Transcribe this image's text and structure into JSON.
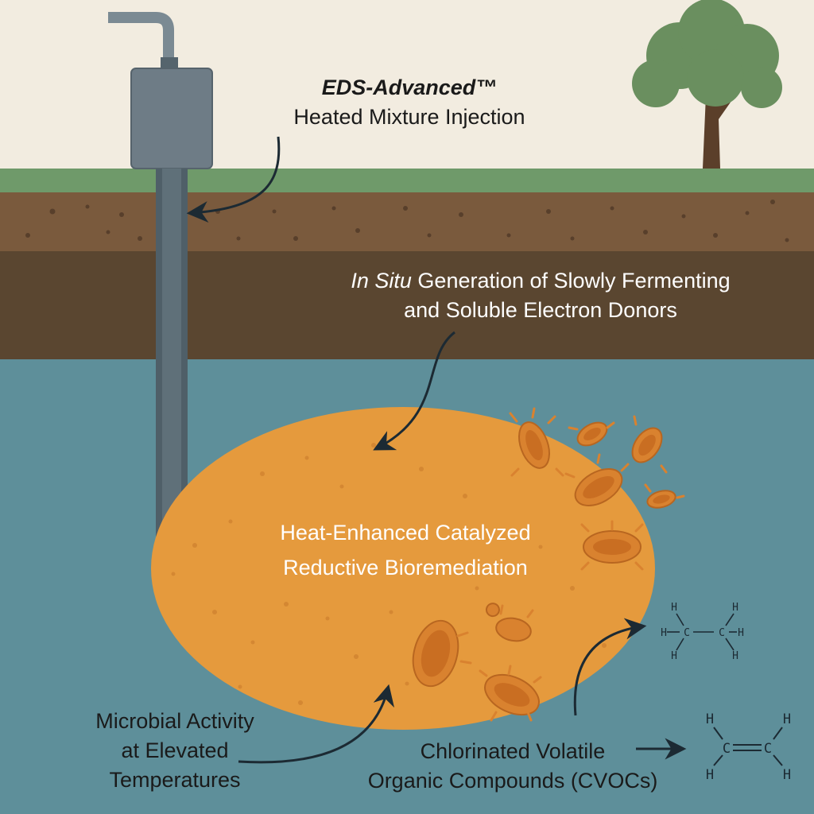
{
  "injection": {
    "title": "EDS-Advanced™",
    "subtitle": "Heated Mixture Injection"
  },
  "donors": {
    "line1_italic": "In Situ",
    "line1_rest": " Generation of Slowly Fermenting",
    "line2": "and Soluble Electron Donors"
  },
  "zone": {
    "line1": "Heat-Enhanced Catalyzed",
    "line2": "Reductive Bioremediation"
  },
  "microbial": {
    "line1": "Microbial Activity",
    "line2": "at Elevated",
    "line3": "Temperatures"
  },
  "cvoc": {
    "line1": "Chlorinated Volatile",
    "line2": "Organic Compounds (CVOCs)"
  },
  "molecules": {
    "ethane": {
      "h": "H",
      "c": "C"
    },
    "ethene": {
      "h": "H",
      "c": "C"
    }
  },
  "colors": {
    "sky": "#f2ece0",
    "grass": "#6f9a6a",
    "topsoil": "#7a5a3d",
    "subsoil": "#5a4630",
    "groundwater": "#5e8f9a",
    "plume": "#e59a3d",
    "microbe": "#d9822f",
    "well": "#5a6b76",
    "tree_foliage": "#6a8f5f",
    "tree_trunk": "#5b3f2a"
  }
}
